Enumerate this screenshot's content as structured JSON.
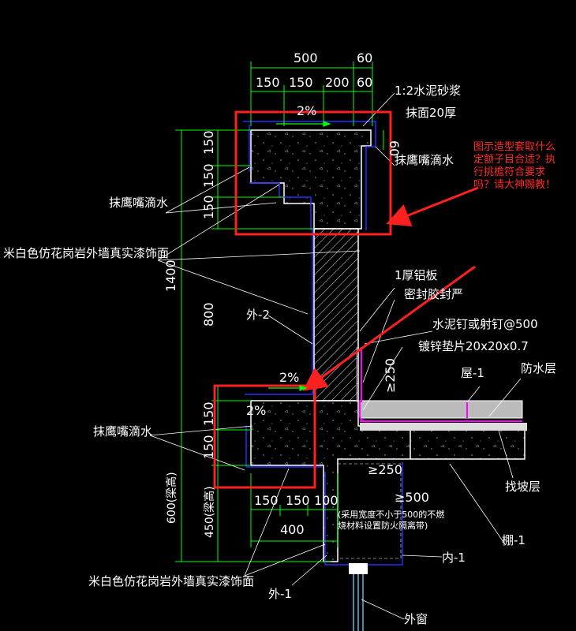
{
  "dims": {
    "top_500": "500",
    "top_60": "60",
    "d150a": "150",
    "d150b": "150",
    "d200": "200",
    "d60b": "60",
    "v150a": "150",
    "v150b": "150",
    "v150c": "150",
    "v1400": "1400",
    "v800": "800",
    "v150d": "150",
    "v150e": "150",
    "v600": "600(梁高)",
    "v450": "450(梁高)",
    "right60": "60",
    "b150a": "150",
    "b150b": "150",
    "b100": "100",
    "b400": "400",
    "pct_top": "2%",
    "pct_mid": "2%",
    "pct_low": "2%",
    "ge250a": "≥250",
    "ge250b": "≥250",
    "ge500": "≥500"
  },
  "labels": {
    "mortar": "1:2水泥砂浆",
    "plaster20": "抹面20厚",
    "drip_top_right": "抹鹰嘴滴水",
    "drip_top_left": "抹鹰嘴滴水",
    "granite_top": "米白色仿花岗岩外墙真实漆饰面",
    "alu": "1厚铝板",
    "sealant": "密封胶封严",
    "nail": "水泥钉或射钉@500",
    "washer": "镀锌垫片20x20x0.7",
    "ext2": "外-2",
    "roof1": "屋-1",
    "waterproof": "防水层",
    "drip_bottom": "抹鹰嘴滴水",
    "slope_layer": "找坡层",
    "ceiling1": "棚-1",
    "note_line1": "(采用宽度不小于500的不燃",
    "note_line2": "烧材料设置防火隔离带)",
    "int1": "内-1",
    "granite_bottom": "米白色仿花岗岩外墙真实漆饰面",
    "ext1": "外-1",
    "window": "外窗"
  },
  "question": {
    "line1": "图示造型套取什么",
    "line2": "定额子目合适？执",
    "line3": "行挑檐符合要求",
    "line4": "吗？请大神赐教！"
  },
  "colors": {
    "background": "#000000",
    "concrete": "#ffffff",
    "plaster": "#2222ff",
    "dimension": "#00ff00",
    "highlight": "#ff2020",
    "flashing": "#ff00ff"
  }
}
